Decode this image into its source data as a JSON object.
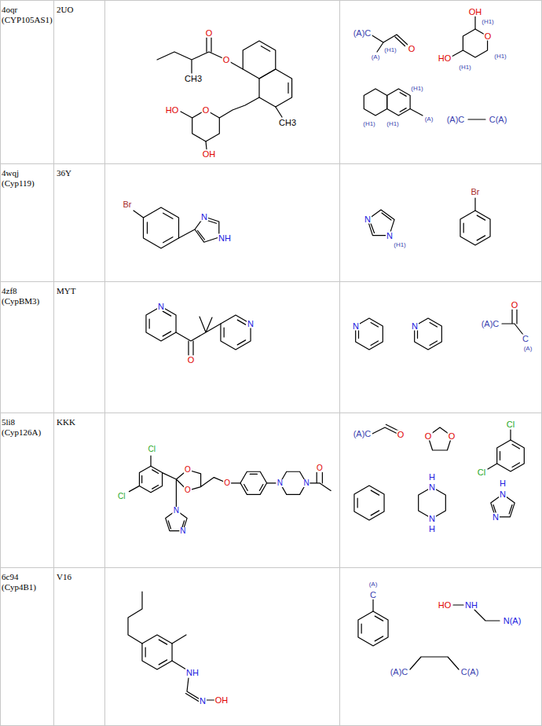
{
  "diagram": {
    "labels": [
      "4oqr (CYP105AS1)",
      "2UO",
      "O",
      "O",
      "CH3",
      "O",
      "HO",
      "OH",
      "CH3",
      "(A)C",
      "(A)",
      "(H1)",
      "O",
      "OH",
      "O",
      "HO",
      "(H1)",
      "(H1)",
      "(H1)",
      "(H1)",
      "(H1)",
      "(H1)",
      "(A)",
      "(A)C",
      "C(A)",
      "4wqj (Cyp119)",
      "36Y",
      "Br",
      "N",
      "NH",
      "N",
      "N",
      "(H1)",
      "Br",
      "4zf8 (CypBM3)",
      "MYT",
      "N",
      "O",
      "N",
      "N",
      "N",
      "O",
      "(A)C",
      "C",
      "(A)",
      "5li8 (Cyp126A)",
      "KKK",
      "Cl",
      "Cl",
      "O",
      "O",
      "N",
      "N",
      "O",
      "N",
      "N",
      "O",
      "(A)C",
      "O",
      "O",
      "O",
      "Cl",
      "Cl",
      "H",
      "N",
      "N",
      "H",
      "H",
      "N",
      "N",
      "6c94 (Cyp4B1)",
      "V16",
      "NH",
      "N",
      "OH",
      "(A)",
      "C",
      "HO",
      "NH",
      "N(A)",
      "(A)C",
      "C(A)"
    ]
  }
}
